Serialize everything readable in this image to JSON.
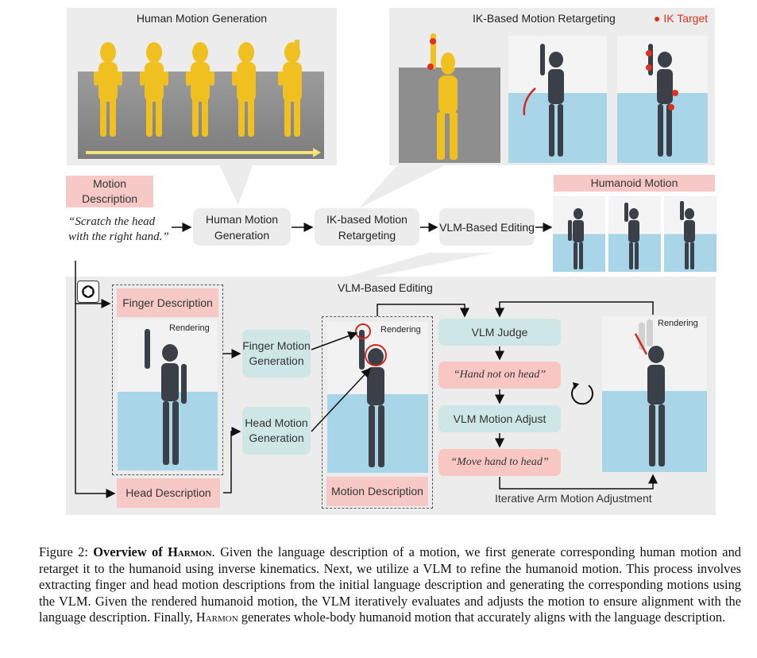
{
  "panels": {
    "human_motion": "Human Motion Generation",
    "ik_retarget": "IK-Based Motion Retargeting",
    "ik_target_legend": "IK Target",
    "vlm_editing": "VLM-Based Editing"
  },
  "pipeline": {
    "motion_description_label": "Motion Description",
    "quote": "“Scratch the head with the right hand.”",
    "human_motion_box": "Human Motion Generation",
    "ik_box": "IK-based Motion Retargeting",
    "vlm_box": "VLM-Based Editing",
    "humanoid_motion_label": "Humanoid Motion"
  },
  "editing": {
    "finger_description": "Finger Description",
    "head_description": "Head Description",
    "rendering_1": "Rendering",
    "rendering_2": "Rendering",
    "rendering_3": "Rendering",
    "finger_motion_gen": "Finger Motion Generation",
    "head_motion_gen": "Head Motion Generation",
    "motion_description": "Motion Description",
    "vlm_judge": "VLM Judge",
    "judge_feedback": "“Hand not on head”",
    "vlm_motion_adjust": "VLM Motion Adjust",
    "adjust_instruction": "“Move hand to head”",
    "iterative_label": "Iterative Arm Motion Adjustment"
  },
  "caption": {
    "prefix": "Figure 2: ",
    "title_bold_a": "Overview of ",
    "title_sc": "Harmon",
    "after_title": ". Given the language description of a motion, we first generate corresponding human motion and retarget it to the humanoid using inverse kinematics. Next, we utilize a VLM to refine the humanoid motion. This process involves extracting finger and head motion descriptions from the initial language description and generating the corresponding motions using the VLM. Given the rendered humanoid motion, the VLM iteratively evaluates and adjusts the motion to ensure alignment with the language description. Finally, ",
    "name_sc": "Harmon",
    "ending": " generates whole-body humanoid motion that accurately aligns with the language description."
  },
  "colors": {
    "pink_label": "#f7c9c6",
    "teal_box": "#cfe6e6",
    "salmon_box": "#f8c7c4",
    "gray_panel": "#ececec",
    "human_figure": "#f0c020",
    "ik_target": "#e03020"
  }
}
